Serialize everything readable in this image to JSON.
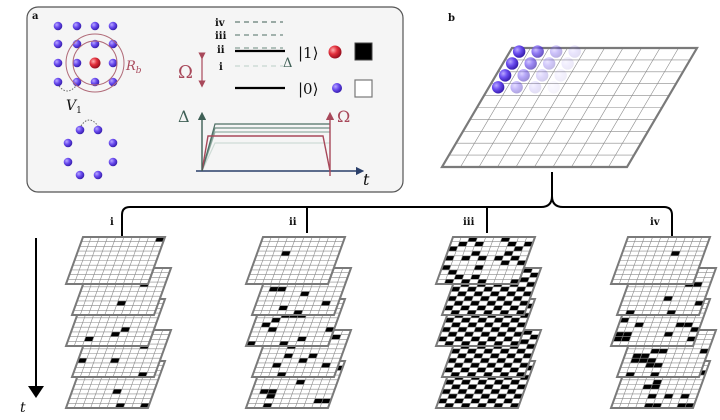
{
  "panel_a": {
    "label": "a",
    "blockade_radius": "R",
    "blockade_radius_sub": "b",
    "interaction": "V",
    "interaction_sub": "1",
    "levels": [
      "iv",
      "iii",
      "ii",
      "i"
    ],
    "rabi": "Ω",
    "detuning": "Δ",
    "state_one": "|1⟩",
    "state_zero": "|0⟩",
    "plot_delta": "Δ",
    "plot_omega": "Ω",
    "plot_time": "t"
  },
  "panel_b": {
    "label": "b"
  },
  "phases": [
    "i",
    "ii",
    "iii",
    "iv"
  ],
  "time_axis": "t",
  "colors": {
    "atom_blue": "#6a4cf0",
    "atom_red": "#e2303c",
    "omega": "#a8485a",
    "delta": "#3e5f55",
    "grid_border": "#7a7a7a"
  }
}
